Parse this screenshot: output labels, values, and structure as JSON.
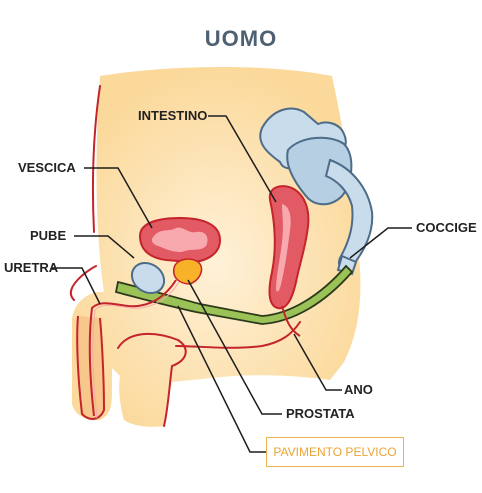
{
  "title": "UOMO",
  "labels": {
    "vescica": "VESCICA",
    "intestino": "INTESTINO",
    "pube": "PUBE",
    "uretra": "URETRA",
    "coccige": "COCCIGE",
    "ano": "ANO",
    "prostata": "PROSTATA",
    "pavimento_pelvico": "PAVIMENTO PELVICO"
  },
  "colors": {
    "title": "#4d6173",
    "skin": "#fbd99b",
    "skin_highlight": "#fff1d8",
    "outline": "#c4242b",
    "organ_red": "#e25a63",
    "organ_pink": "#f7a9ae",
    "bone_blue": "#c8dcec",
    "bone_outline": "#4d6c88",
    "prostata": "#f7b229",
    "pelvic_floor": "#9ac257",
    "pelvic_floor_outline": "#2b3a1a",
    "box_border": "#e9b447",
    "box_text": "#e9a436",
    "leader": "#1d1d1d"
  }
}
